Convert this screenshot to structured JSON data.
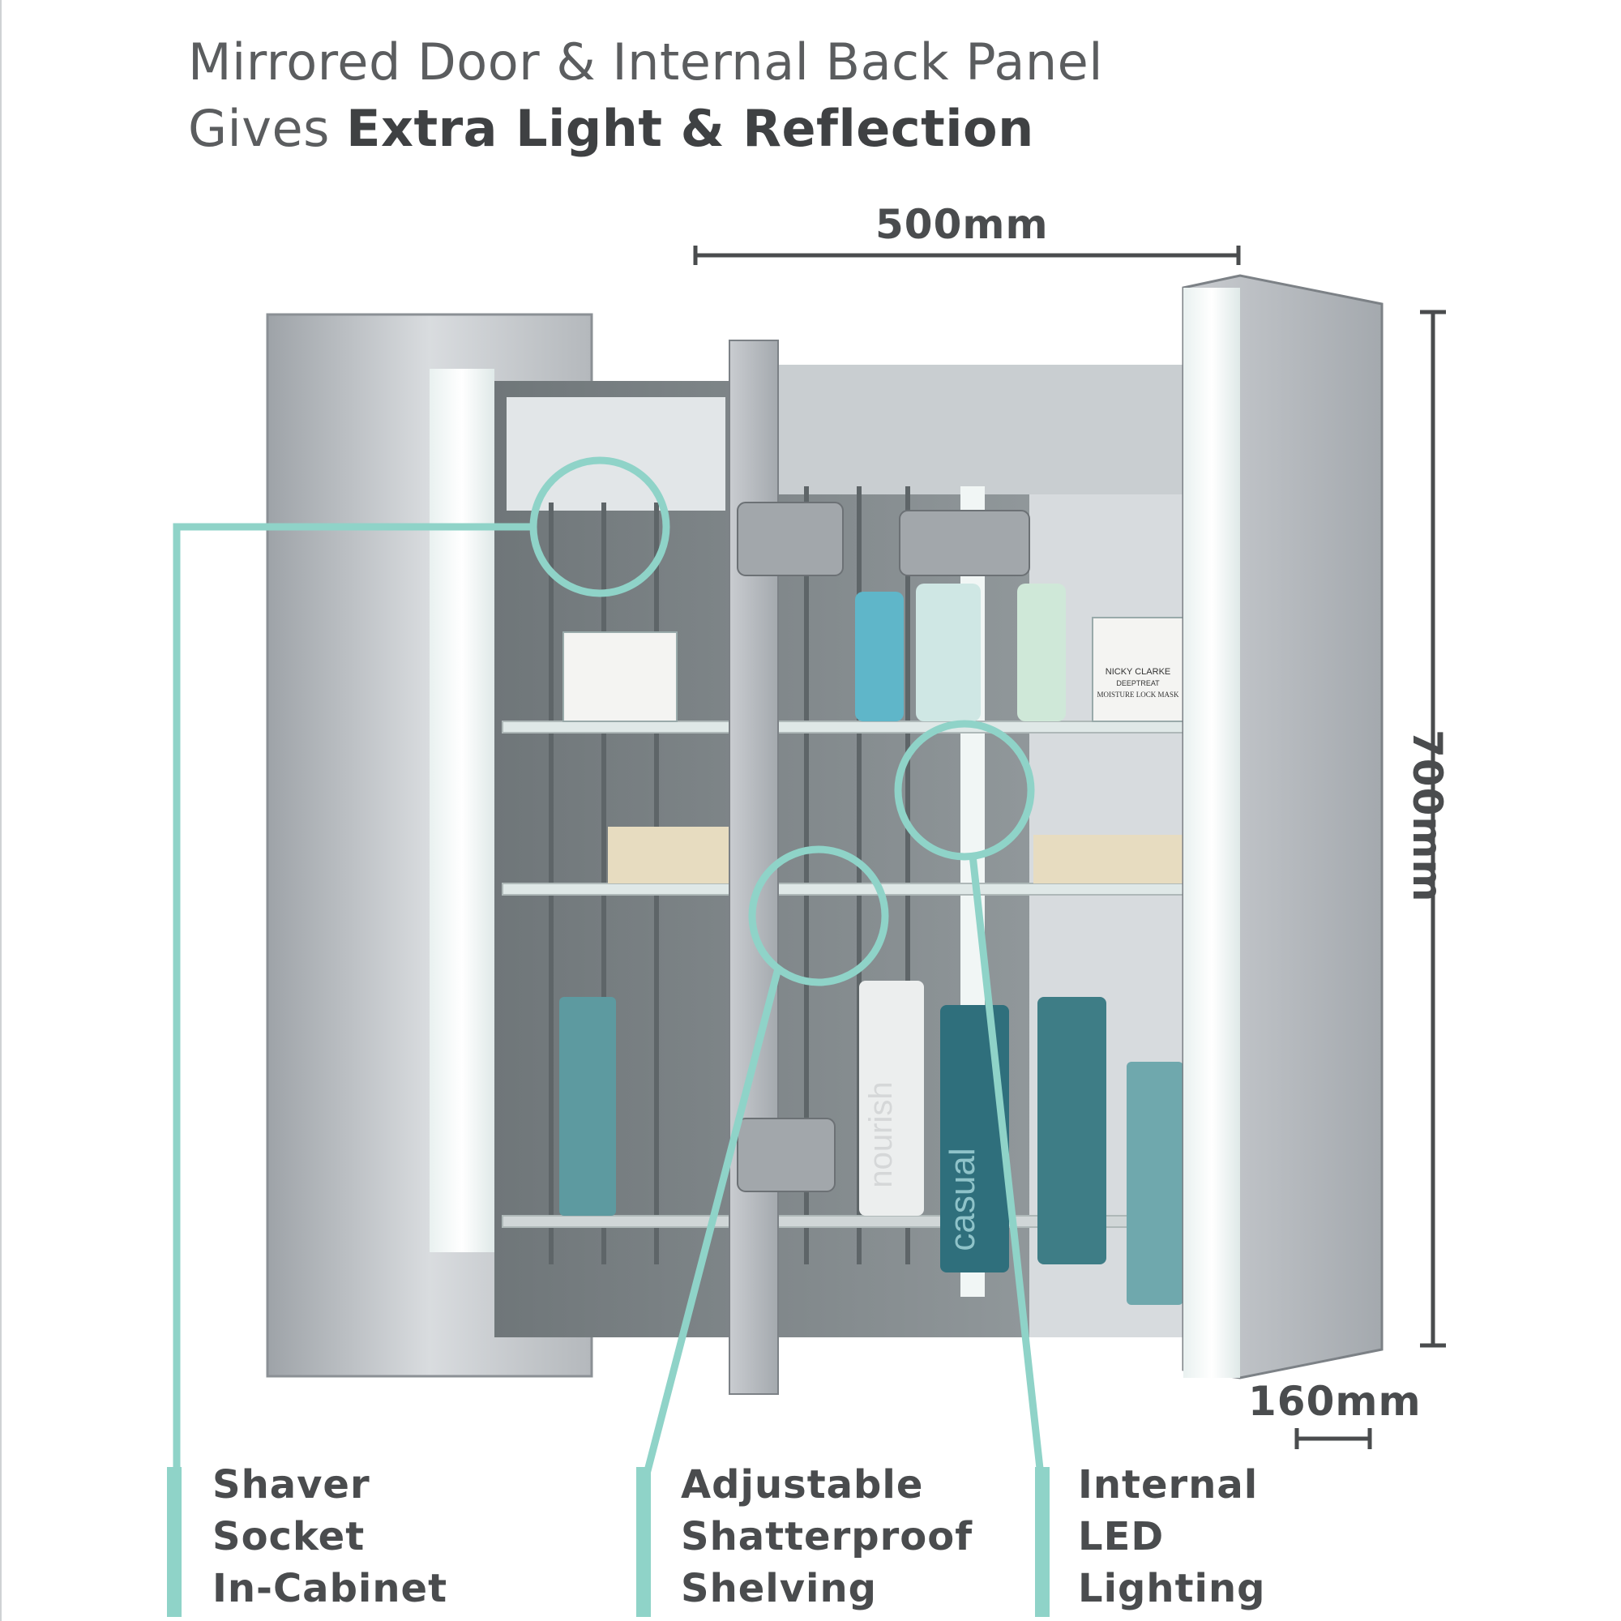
{
  "title": {
    "line1": "Mirrored Door & Internal Back Panel",
    "line2_prefix": "Gives ",
    "line2_bold": "Extra Light & Reflection"
  },
  "dimensions": {
    "width": "500mm",
    "height": "700mm",
    "depth": "160mm"
  },
  "features": [
    {
      "line1": "Shaver",
      "line2": "Socket",
      "line3": "In-Cabinet"
    },
    {
      "line1": "Adjustable",
      "line2": "Shatterproof",
      "line3": "Shelving"
    },
    {
      "line1": "Internal",
      "line2": "LED",
      "line3": "Lighting"
    }
  ],
  "product_labels": {
    "jar_brand": "NICKY CLARKE",
    "jar_line": "DEEPTREAT",
    "jar_name": "MOISTURE LOCK MASK",
    "can_text": "casual",
    "bottle_text": "nourish"
  },
  "colors": {
    "accent": "#8fd3c8",
    "text": "#4a4c4e",
    "cabinet_grey": "#b8bcc0"
  }
}
